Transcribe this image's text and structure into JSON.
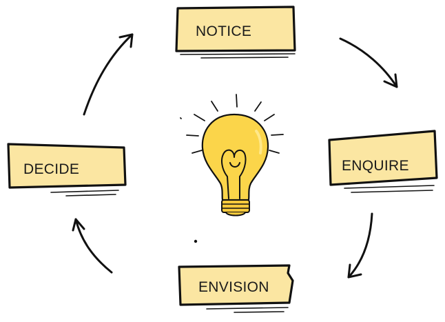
{
  "diagram": {
    "colors": {
      "box_fill": "#fbe6a2",
      "bulb_fill": "#fbd54a",
      "base_fill": "#f7c93c",
      "ink": "#111111"
    },
    "stages": {
      "notice": {
        "label": "NOTICE"
      },
      "enquire": {
        "label": "ENQUIRE"
      },
      "envision": {
        "label": "ENVISION"
      },
      "decide": {
        "label": "DECIDE"
      }
    },
    "center_icon": "light-bulb-icon"
  }
}
